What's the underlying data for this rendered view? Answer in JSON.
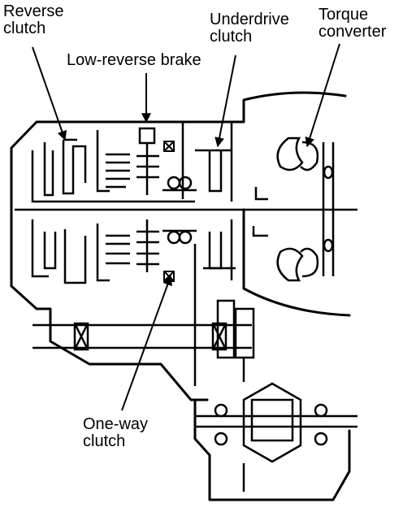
{
  "labels": {
    "reverse_clutch": [
      "Reverse",
      "clutch"
    ],
    "underdrive_clutch": [
      "Underdrive",
      "clutch"
    ],
    "torque_converter": [
      "Torque",
      "converter"
    ],
    "low_reverse_brake": [
      "Low-reverse brake"
    ],
    "one_way_clutch": [
      "One-way",
      "clutch"
    ]
  },
  "colors": {
    "ink": "#000000",
    "paper": "#ffffff"
  }
}
